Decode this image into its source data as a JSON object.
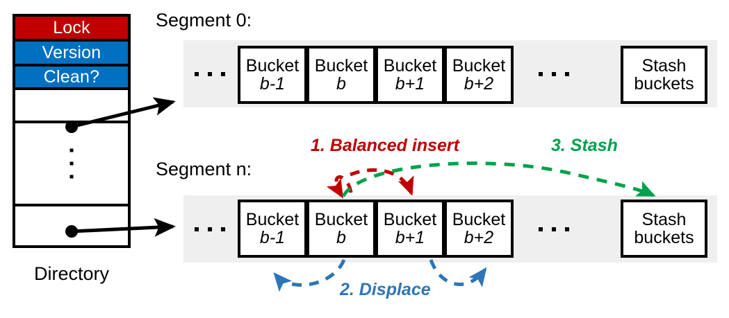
{
  "figure": {
    "title": "Segment / bucket insertion diagram",
    "colors": {
      "lock_red": "#C00000",
      "version_blue": "#0070C0",
      "balanced_insert_red": "#C00000",
      "stash_green": "#00A14B",
      "displace_blue": "#2E75B6",
      "strip_grey": "#EFEFEF",
      "line_black": "#000000"
    }
  },
  "directory": {
    "label": "Directory",
    "rows": [
      {
        "label": "Lock",
        "fill": "#C00000",
        "text_color": "#FFFFFF"
      },
      {
        "label": "Version",
        "fill": "#0070C0",
        "text_color": "#FFFFFF"
      },
      {
        "label": "Clean?",
        "fill": "#0070C0",
        "text_color": "#FFFFFF"
      },
      {
        "label": "",
        "fill": "#FFFFFF",
        "text_color": "#000000"
      },
      {
        "label": "",
        "fill": "#FFFFFF",
        "text_color": "#000000"
      },
      {
        "label": "",
        "fill": "#FFFFFF",
        "text_color": "#000000"
      }
    ]
  },
  "segments": [
    {
      "label": "Segment 0:",
      "leading_ellipsis": "...",
      "buckets": [
        {
          "name": "Bucket",
          "index": "b-1"
        },
        {
          "name": "Bucket",
          "index": "b"
        },
        {
          "name": "Bucket",
          "index": "b+1"
        },
        {
          "name": "Bucket",
          "index": "b+2"
        }
      ],
      "trailing_ellipsis": "...",
      "stash": {
        "line1": "Stash",
        "line2": "buckets"
      }
    },
    {
      "label": "Segment n:",
      "leading_ellipsis": "...",
      "buckets": [
        {
          "name": "Bucket",
          "index": "b-1"
        },
        {
          "name": "Bucket",
          "index": "b"
        },
        {
          "name": "Bucket",
          "index": "b+1"
        },
        {
          "name": "Bucket",
          "index": "b+2"
        }
      ],
      "trailing_ellipsis": "...",
      "stash": {
        "line1": "Stash",
        "line2": "buckets"
      }
    }
  ],
  "operations": [
    {
      "id": "balanced-insert",
      "label": "1. Balanced insert",
      "color": "#C00000"
    },
    {
      "id": "displace",
      "label": "2. Displace",
      "color": "#2E75B6"
    },
    {
      "id": "stash",
      "label": "3. Stash",
      "color": "#00A14B"
    }
  ]
}
